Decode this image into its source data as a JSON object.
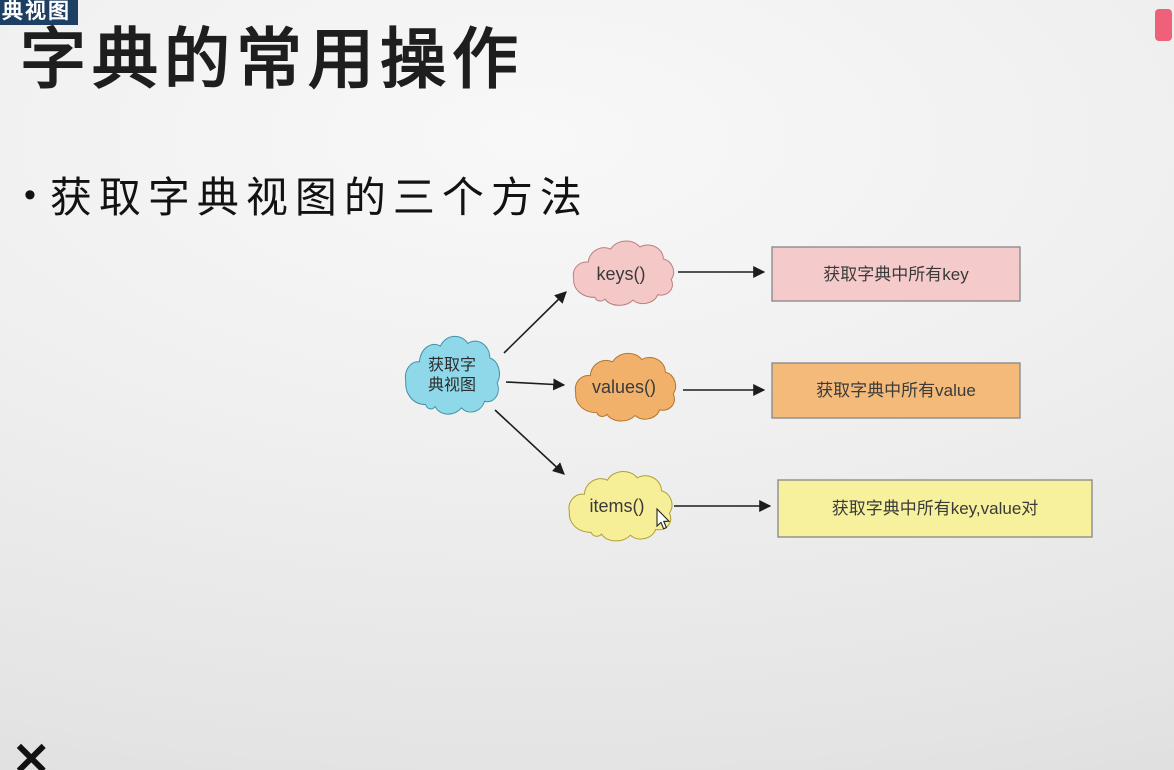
{
  "overlay": {
    "clipped_text": "典视图"
  },
  "slide": {
    "title": "字典的常用操作",
    "bullet_marker": "•",
    "bullet": "获取字典视图的三个方法"
  },
  "diagram": {
    "root": {
      "label_line1": "获取字",
      "label_line2": "典视图",
      "fill": "#8fd8ea",
      "stroke": "#3f93a8"
    },
    "branches": [
      {
        "method": "keys()",
        "description": "获取字典中所有key",
        "cloud_fill": "#f5c8c8",
        "cloud_stroke": "#bc7f7f",
        "box_fill": "#f5caca",
        "box_stroke": "#8d8d8d"
      },
      {
        "method": "values()",
        "description": "获取字典中所有value",
        "cloud_fill": "#f1b16b",
        "cloud_stroke": "#b3762a",
        "box_fill": "#f3ba79",
        "box_stroke": "#8d8d8d"
      },
      {
        "method": "items()",
        "description": "获取字典中所有key,value对",
        "cloud_fill": "#f7ef97",
        "cloud_stroke": "#ad9f35",
        "box_fill": "#f7f09c",
        "box_stroke": "#8d8d8d"
      }
    ]
  },
  "bottom_mark": "✕",
  "accents": {
    "arrow_color": "#1c1c1c",
    "overlay_bg": "#1d3f63",
    "brand_mark_color": "#ef6079"
  }
}
